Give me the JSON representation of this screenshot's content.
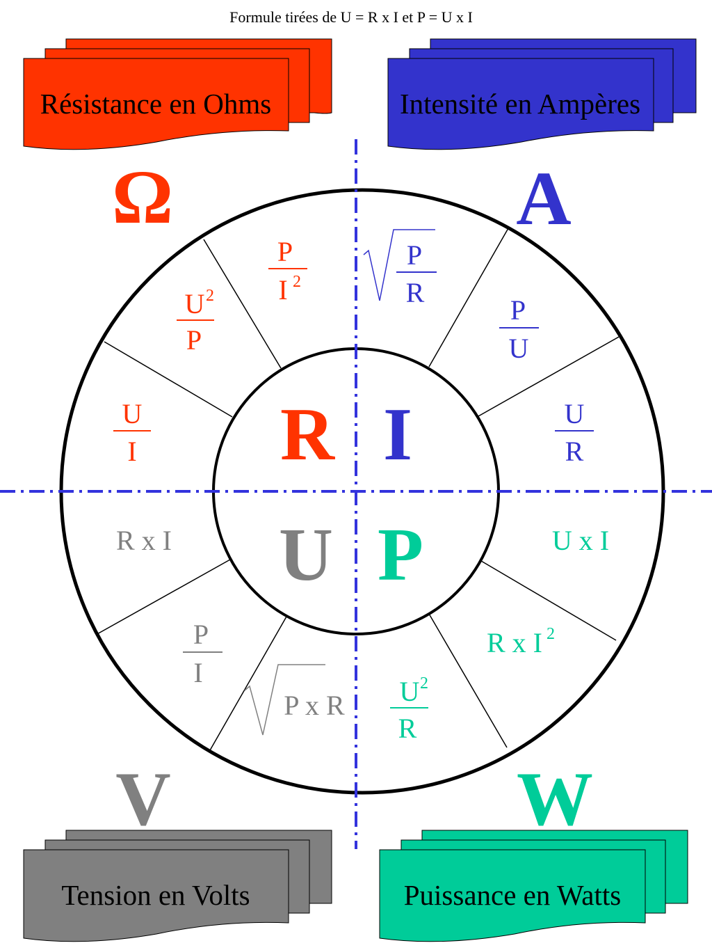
{
  "title": "Formule tirées de U = R x I  et  P = U x I",
  "colors": {
    "resistance": "#ff3300",
    "intensity": "#3333cc",
    "tension": "#808080",
    "power": "#00cc99",
    "axis": "#3333dd"
  },
  "cards": {
    "resistance": "Résistance en Ohms",
    "intensity": "Intensité en Ampères",
    "tension": "Tension en Volts",
    "power": "Puissance en Watts"
  },
  "unit_symbols": {
    "ohm": "Ω",
    "ampere": "A",
    "volt": "V",
    "watt": "W"
  },
  "center_letters": {
    "R": "R",
    "I": "I",
    "U": "U",
    "P": "P"
  },
  "formulas": {
    "r_p_over_i2": {
      "num": "P",
      "den": "I",
      "exp": "2"
    },
    "r_u2_over_p": {
      "num": "U",
      "exp": "2",
      "den": "P"
    },
    "r_u_over_i": {
      "num": "U",
      "den": "I"
    },
    "i_sqrt_p_over_r": {
      "num": "P",
      "den": "R"
    },
    "i_p_over_u": {
      "num": "P",
      "den": "U"
    },
    "i_u_over_r": {
      "num": "U",
      "den": "R"
    },
    "u_r_x_i": "R x I",
    "u_p_over_i": {
      "num": "P",
      "den": "I"
    },
    "u_sqrt_p_x_r": "P x R",
    "p_u_x_i": "U x I",
    "p_r_x_i2": {
      "base": "R x I",
      "exp": "2"
    },
    "p_u2_over_r": {
      "num": "U",
      "exp": "2",
      "den": "R"
    }
  }
}
